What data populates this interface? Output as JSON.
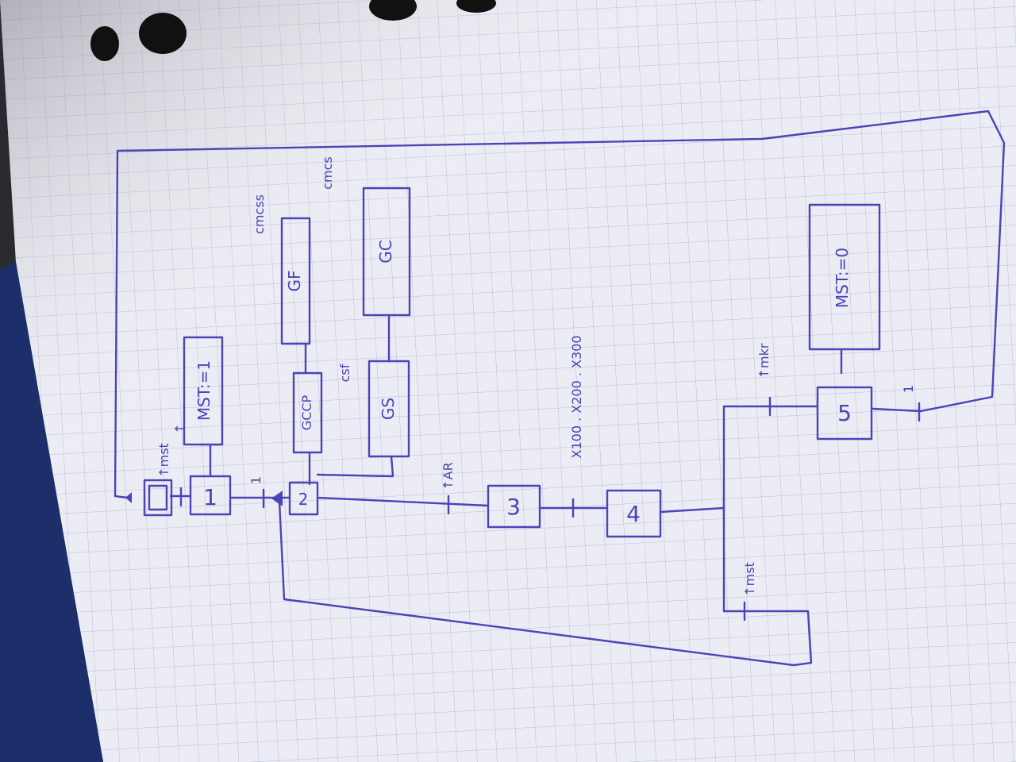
{
  "grafcet": {
    "steps": [
      {
        "id": "step-1",
        "label": "1",
        "initial": true
      },
      {
        "id": "step-2",
        "label": "2"
      },
      {
        "id": "step-3",
        "label": "3"
      },
      {
        "id": "step-4",
        "label": "4"
      },
      {
        "id": "step-5",
        "label": "5"
      }
    ],
    "actions": {
      "step1": "MST:=1",
      "step2_gccp": "GCCP",
      "gf": "GF",
      "gs": "GS",
      "gc": "GC",
      "step5": "MST:=0"
    },
    "transitions": {
      "t_init": "↑mst",
      "t_1_2": "1",
      "t_2_3": "↑AR",
      "t_3_4": "X100 . X200 . X300",
      "t_4_loop": "↑mst",
      "t_4_5": "↑mkr",
      "t_5_init": "1"
    },
    "notes": {
      "step1_up": "↑",
      "gf_out": "cmcss",
      "gc_out": "cmcs",
      "gs_out": "csf"
    }
  }
}
